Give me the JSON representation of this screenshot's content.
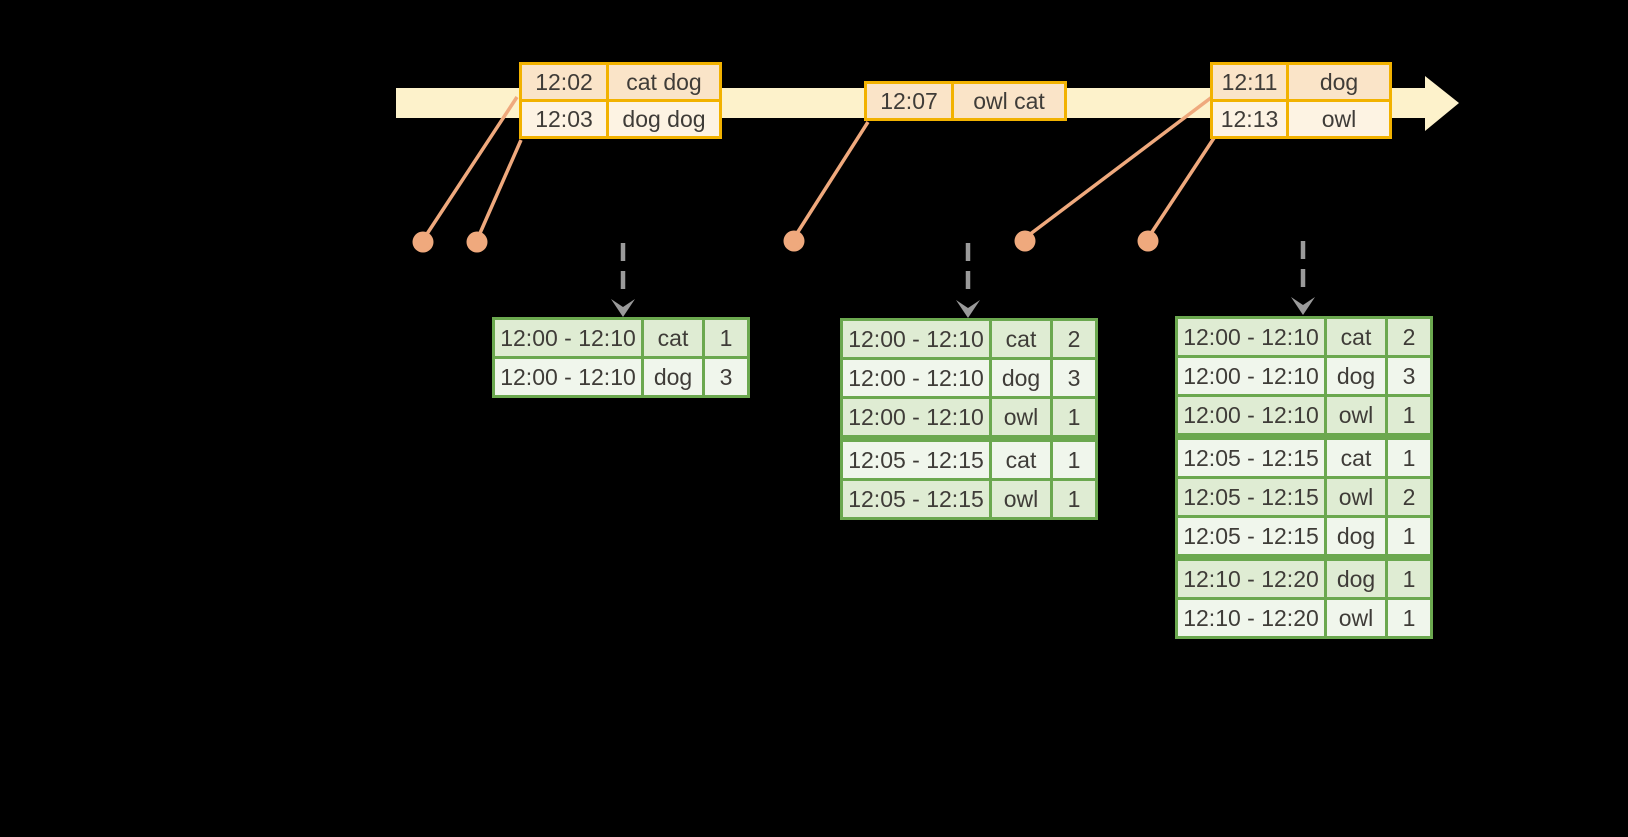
{
  "diagram": {
    "kind": "streaming-windowed-aggregation-diagram",
    "background_color": "#000000"
  },
  "colors": {
    "timeline_fill": "#fdf2cb",
    "event_table_border": "#f2b200",
    "event_row_dark": "#fae4c8",
    "event_row_light": "#fdf3e3",
    "event_marker": "#efa97d",
    "trigger_arrow": "#9a9a9a",
    "result_table_border": "#6ba84f",
    "result_row_dark": "#dfecd3",
    "result_row_light": "#f0f6ec",
    "table_text": "#3f3c38"
  },
  "icons": {
    "timeline_arrowhead": "right-arrow-icon",
    "trigger_arrowhead": "down-arrow-icon",
    "event_marker": "dot-icon"
  },
  "event_tables": [
    {
      "rows": [
        {
          "time": "12:02",
          "words": "cat dog"
        },
        {
          "time": "12:03",
          "words": "dog dog"
        }
      ]
    },
    {
      "rows": [
        {
          "time": "12:07",
          "words": "owl cat"
        }
      ]
    },
    {
      "rows": [
        {
          "time": "12:11",
          "words": "dog"
        },
        {
          "time": "12:13",
          "words": "owl"
        }
      ]
    }
  ],
  "result_tables": [
    {
      "rows": [
        {
          "window": "12:00 - 12:10",
          "word": "cat",
          "count": "1"
        },
        {
          "window": "12:00 - 12:10",
          "word": "dog",
          "count": "3"
        }
      ]
    },
    {
      "rows": [
        {
          "window": "12:00 - 12:10",
          "word": "cat",
          "count": "2"
        },
        {
          "window": "12:00 - 12:10",
          "word": "dog",
          "count": "3"
        },
        {
          "window": "12:00 - 12:10",
          "word": "owl",
          "count": "1"
        },
        {
          "window": "12:05 - 12:15",
          "word": "cat",
          "count": "1",
          "group_start": true
        },
        {
          "window": "12:05 - 12:15",
          "word": "owl",
          "count": "1"
        }
      ]
    },
    {
      "rows": [
        {
          "window": "12:00 - 12:10",
          "word": "cat",
          "count": "2"
        },
        {
          "window": "12:00 - 12:10",
          "word": "dog",
          "count": "3"
        },
        {
          "window": "12:00 - 12:10",
          "word": "owl",
          "count": "1"
        },
        {
          "window": "12:05 - 12:15",
          "word": "cat",
          "count": "1",
          "group_start": true
        },
        {
          "window": "12:05 - 12:15",
          "word": "owl",
          "count": "2"
        },
        {
          "window": "12:05 - 12:15",
          "word": "dog",
          "count": "1"
        },
        {
          "window": "12:10 - 12:20",
          "word": "dog",
          "count": "1",
          "group_start": true
        },
        {
          "window": "12:10 - 12:20",
          "word": "owl",
          "count": "1"
        }
      ]
    }
  ]
}
